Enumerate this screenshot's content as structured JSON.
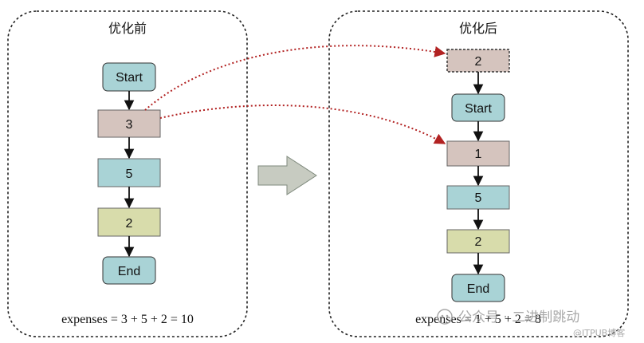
{
  "before": {
    "title": "优化前",
    "nodes": [
      "Start",
      "3",
      "5",
      "2",
      "End"
    ],
    "formula": "expenses = 3 + 5 + 2 = 10"
  },
  "after": {
    "title": "优化后",
    "nodes": [
      "2",
      "Start",
      "1",
      "5",
      "2",
      "End"
    ],
    "formula": "expenses = 1 + 5 + 2 = 8"
  },
  "watermark": {
    "account": "公众号 · 二进制跳动",
    "site": "@ITPUB博客"
  },
  "colors": {
    "start_end": "#a9d3d6",
    "node_tan": "#d5c4be",
    "node_teal": "#a9d3d6",
    "node_olive": "#d8dcab",
    "dotted_arrow": "#b22222",
    "big_arrow_fill": "#c7cbc1",
    "big_arrow_stroke": "#7f8a7d"
  }
}
